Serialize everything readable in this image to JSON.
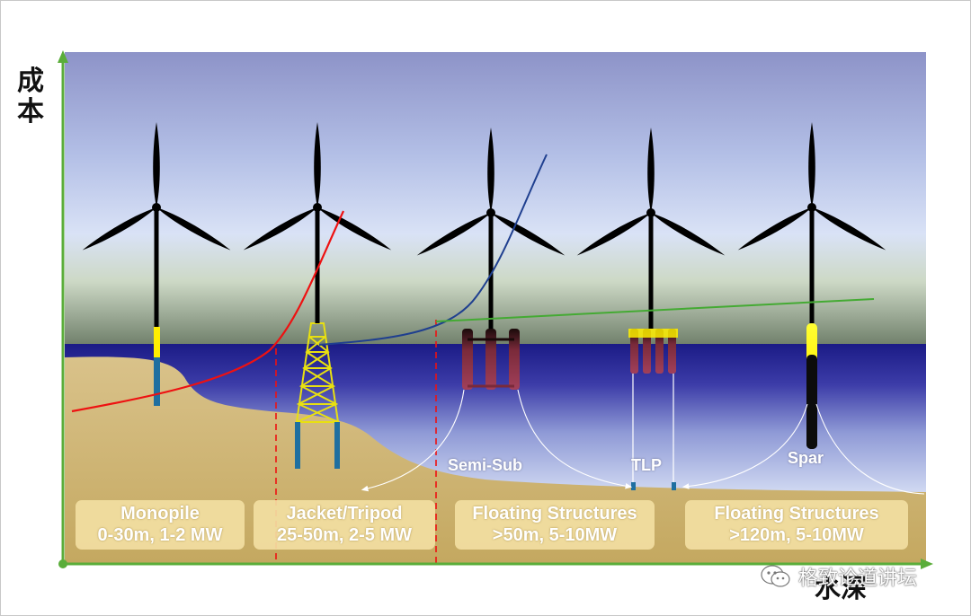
{
  "axes": {
    "y_label": "成本",
    "x_label": "水深"
  },
  "categories": [
    {
      "line1": "Monopile",
      "line2": "0-30m, 1-2 MW"
    },
    {
      "line1": "Jacket/Tripod",
      "line2": "25-50m, 2-5 MW"
    },
    {
      "line1": "Floating Structures",
      "line2": ">50m, 5-10MW"
    },
    {
      "line1": "Floating Structures",
      "line2": ">120m, 5-10MW"
    }
  ],
  "floater_labels": {
    "semi_sub": "Semi-Sub",
    "tlp": "TLP",
    "spar": "Spar"
  },
  "colors": {
    "axis": "#5aad3a",
    "monopile_cost_curve": "#ee1111",
    "jacket_cost_curve": "#1f3f8f",
    "floating_cost_line": "#44aa33",
    "boundary": "#ee1111",
    "sea": "#1f1f8a",
    "seabed": "#d8bf7a"
  },
  "icons": [
    "wind-turbine-icon",
    "wechat-icon"
  ],
  "watermark": {
    "text": "格致论道讲坛",
    "icon": "wechat-icon"
  }
}
